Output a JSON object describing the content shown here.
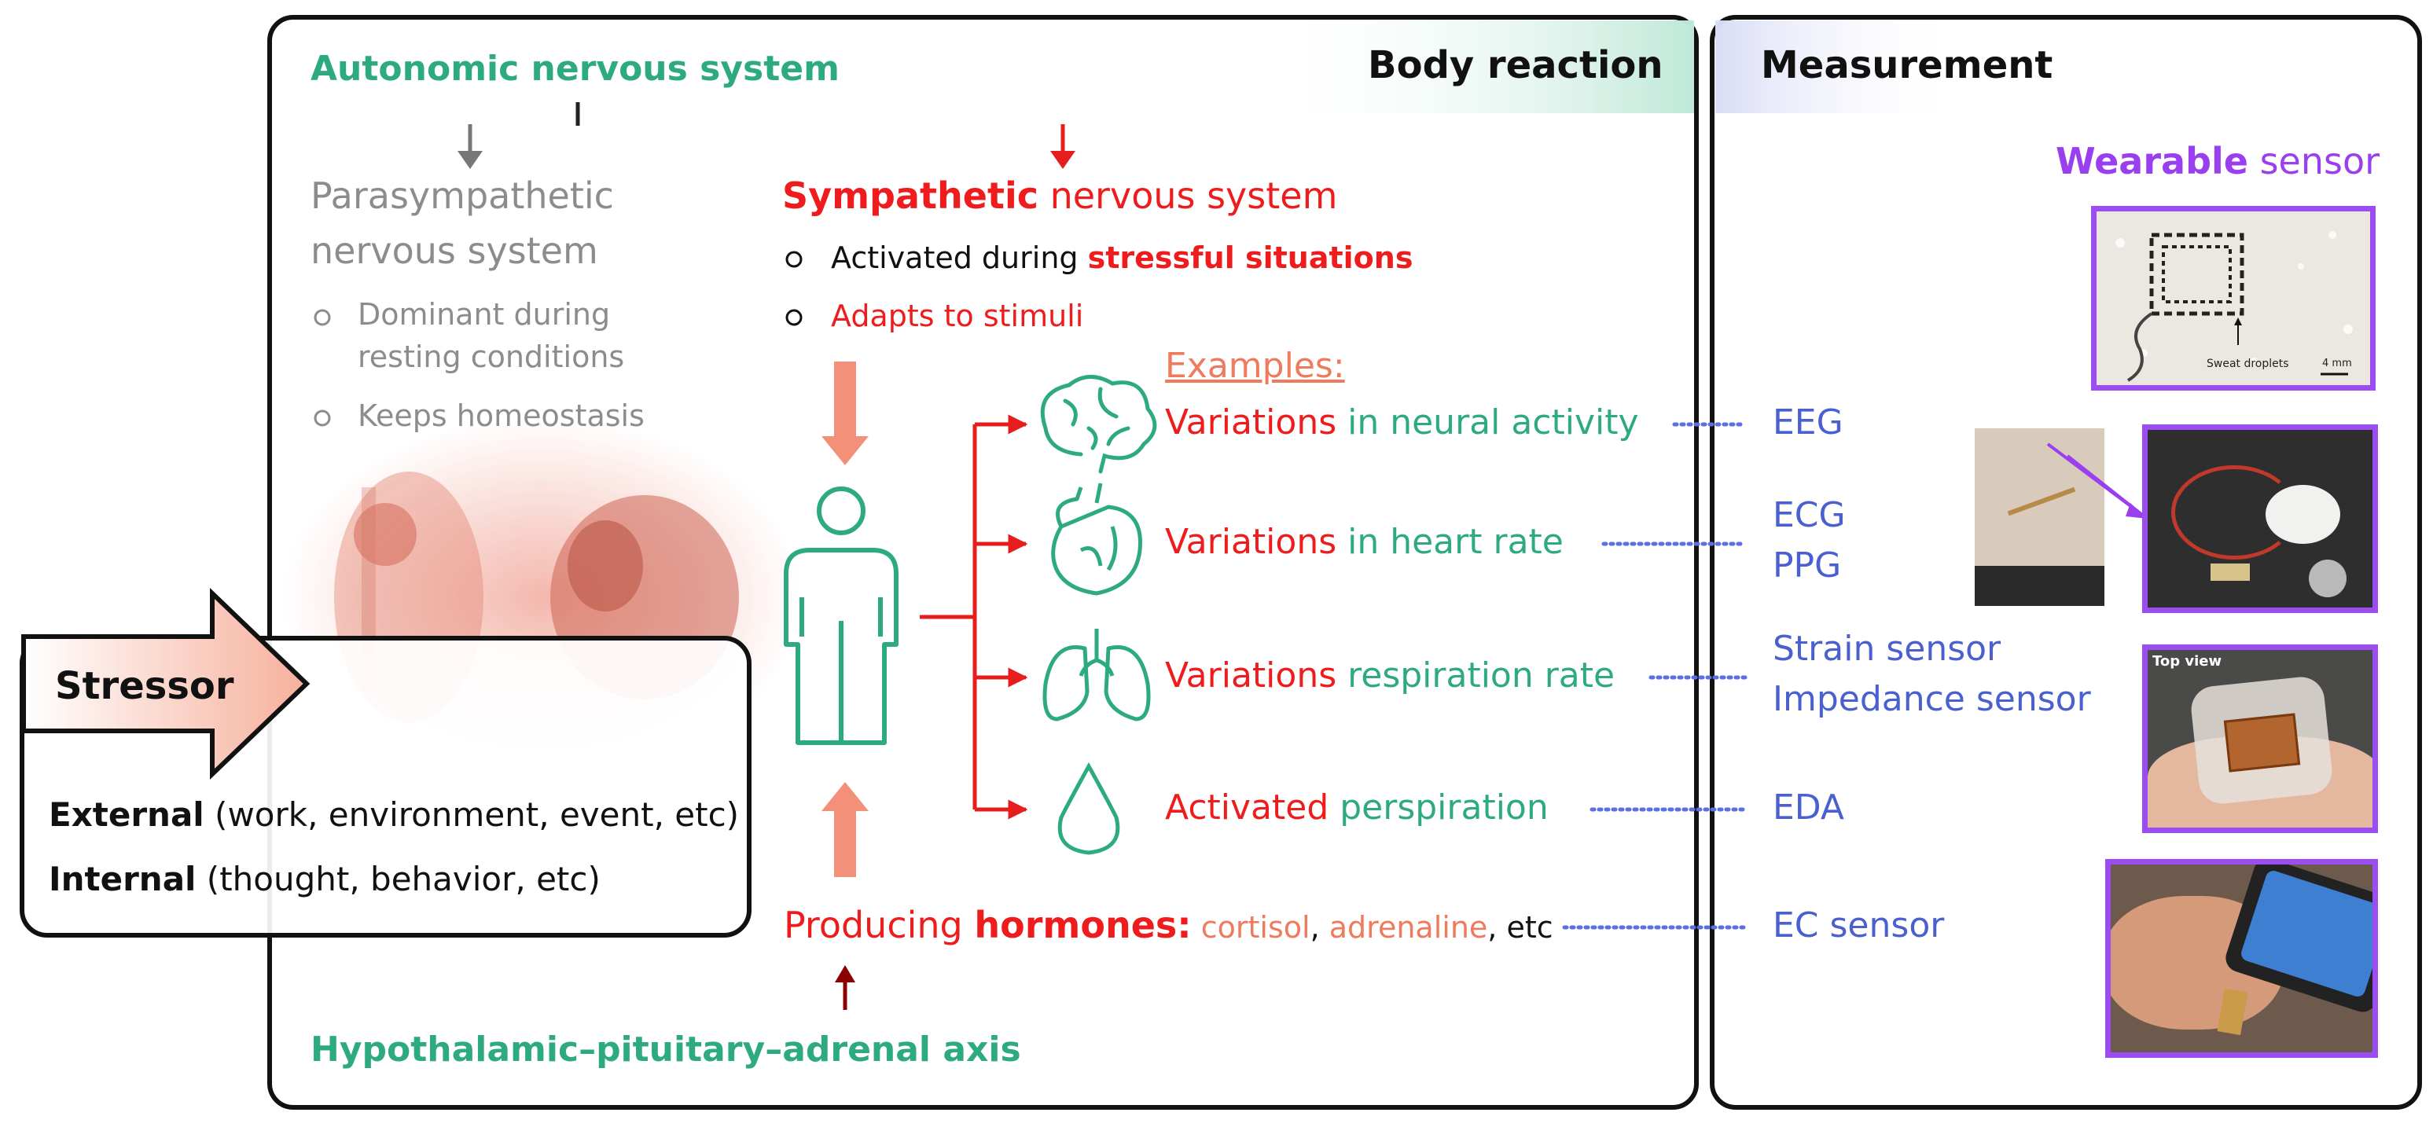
{
  "body_reaction": {
    "title": "Body reaction",
    "ans_title": "Autonomic nervous system",
    "parasympathetic": {
      "title_line1": "Parasympathetic",
      "title_line2": "nervous system",
      "bullet1_line1": "Dominant during",
      "bullet1_line2": "resting conditions",
      "bullet2": "Keeps homeostasis"
    },
    "sympathetic": {
      "title_bold": "Sympathetic",
      "title_rest": " nervous system",
      "bullet1_plain": "Activated during ",
      "bullet1_bold": "stressful situations",
      "bullet2": "Adapts to stimuli"
    },
    "examples_label": "Examples:",
    "examples": [
      {
        "red": "Variations",
        "green": " in neural activity",
        "icon": "brain-icon"
      },
      {
        "red": "Variations",
        "green": " in heart rate",
        "icon": "heart-icon"
      },
      {
        "red": "Variations",
        "green": " respiration rate",
        "icon": "lungs-icon"
      },
      {
        "red": "Activated",
        "green": " perspiration",
        "icon": "droplet-icon"
      }
    ],
    "hormones": {
      "prefix": "Producing ",
      "bold": "hormones:",
      "h1": " cortisol",
      "sep": ",",
      "h2": " adrenaline",
      "suffix": ", etc"
    },
    "hpa_axis": "Hypothalamic–pituitary–adrenal axis"
  },
  "stressor": {
    "title": "Stressor",
    "external_bold": "External",
    "external_rest": " (work, environment, event, etc)",
    "internal_bold": "Internal",
    "internal_rest": " (thought, behavior, etc)"
  },
  "measurement": {
    "title": "Measurement",
    "wearable_bold": "Wearable",
    "wearable_rest": " sensor",
    "labels": [
      "EEG",
      "ECG",
      "PPG",
      "Strain sensor",
      "Impedance sensor",
      "EDA",
      "EC sensor"
    ],
    "photo1_caption": "Sweat droplets",
    "photo1_scale": "4 mm",
    "photo3_caption": "Top view"
  },
  "colors": {
    "red": "#ee1c1c",
    "green": "#2eaa83",
    "gray": "#8c8c8c",
    "blue": "#4a5fd0",
    "salmon": "#f07a5d",
    "purple": "#9a3ff0"
  }
}
